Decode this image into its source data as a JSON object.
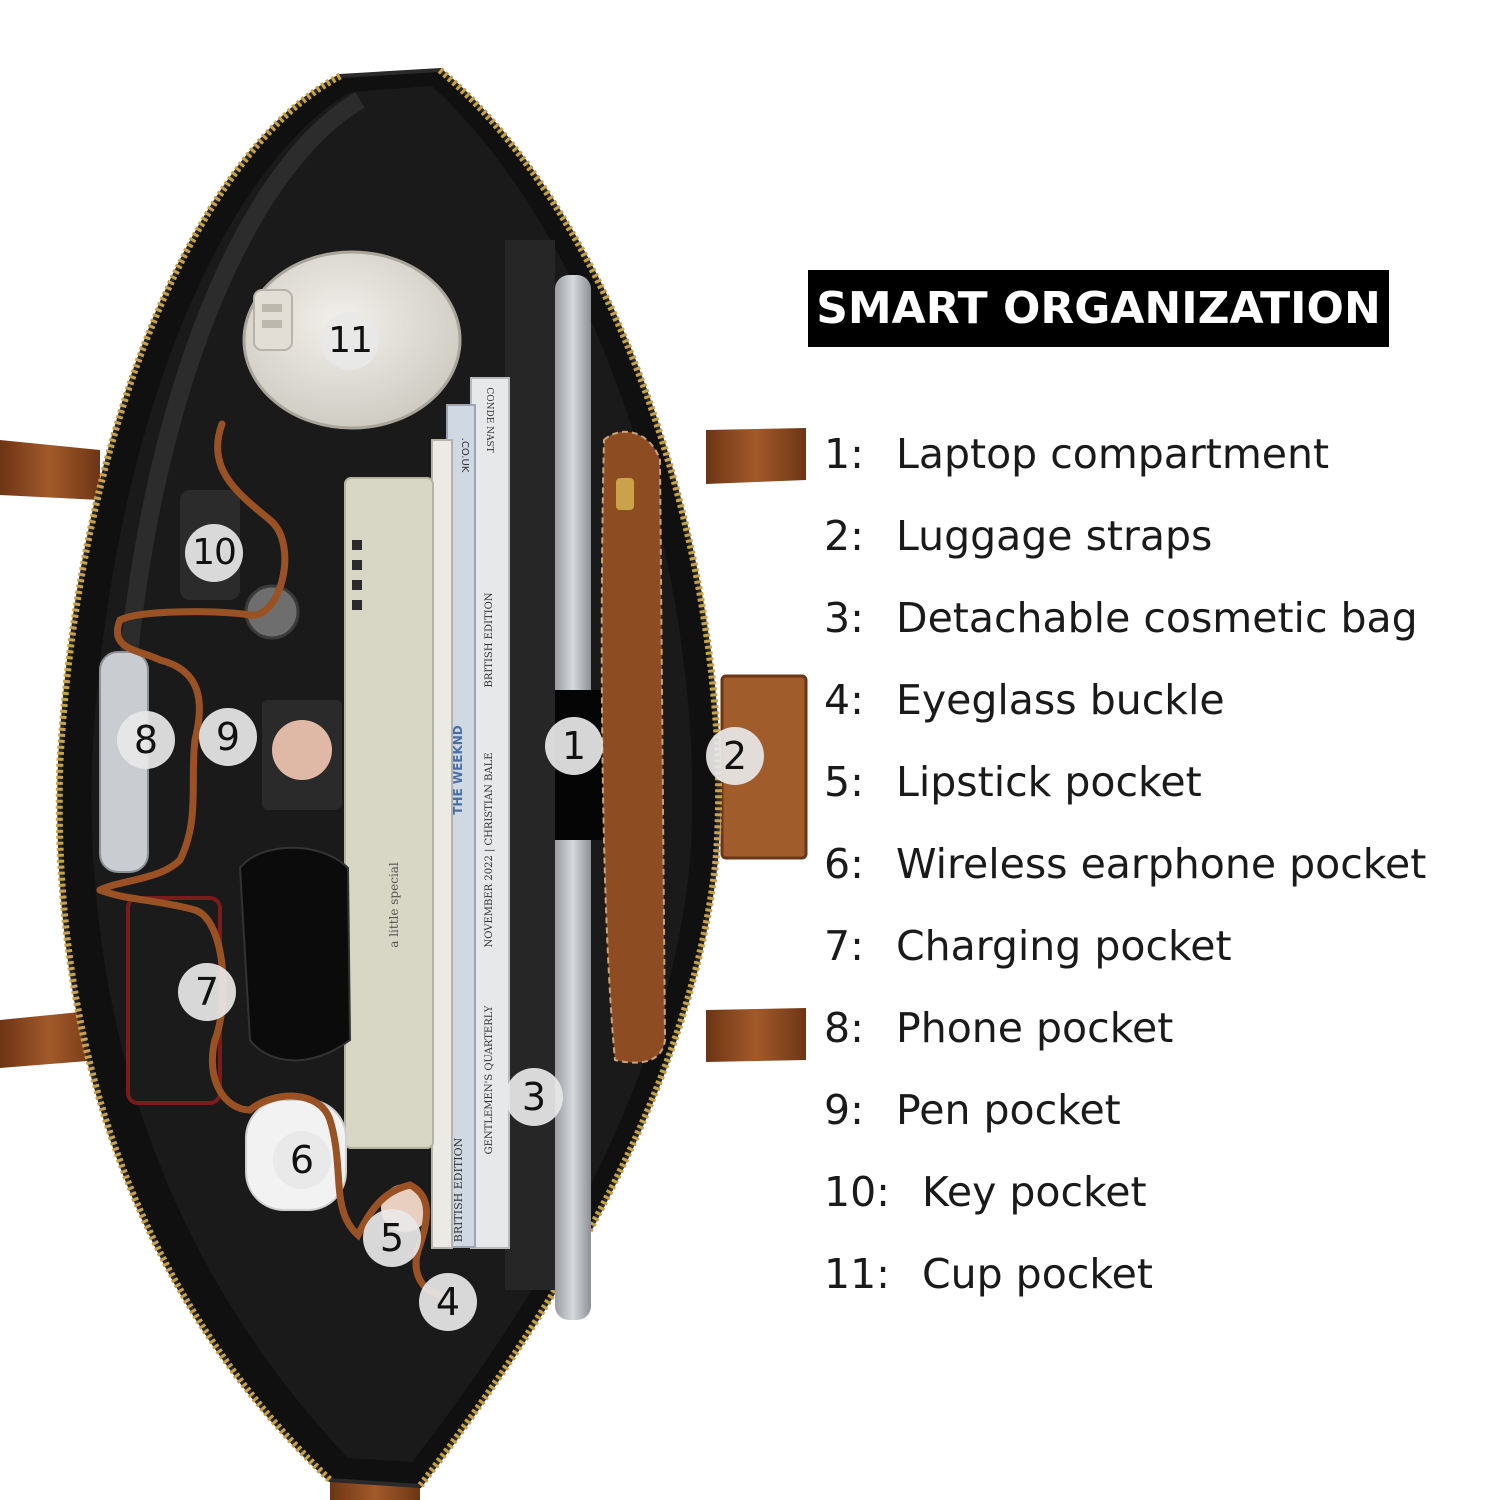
{
  "title": "SMART ORGANIZATION",
  "colors": {
    "background": "#ffffff",
    "title_bg": "#000000",
    "title_text": "#ffffff",
    "bag_black": "#141414",
    "leather_brown": "#8a4a22",
    "zipper_gold": "#c9a24a"
  },
  "legend": [
    {
      "number": "1:",
      "label": "Laptop compartment"
    },
    {
      "number": "2:",
      "label": "Luggage straps"
    },
    {
      "number": "3:",
      "label": "Detachable cosmetic bag"
    },
    {
      "number": "4:",
      "label": "Eyeglass buckle"
    },
    {
      "number": "5:",
      "label": "Lipstick pocket"
    },
    {
      "number": "6:",
      "label": "Wireless earphone pocket"
    },
    {
      "number": "7:",
      "label": "Charging pocket"
    },
    {
      "number": "8:",
      "label": "Phone pocket"
    },
    {
      "number": "9:",
      "label": "Pen pocket"
    },
    {
      "number": "10:",
      "label": "Key pocket"
    },
    {
      "number": "11:",
      "label": "Cup pocket"
    }
  ],
  "markers": [
    "1",
    "2",
    "3",
    "4",
    "5",
    "6",
    "7",
    "8",
    "9",
    "10",
    "11"
  ],
  "photo_labels": {
    "book_cover": "a little special",
    "magazine_1": "THE WEEKND",
    "magazine_1_edition": "BRITISH EDITION",
    "magazine_1_site": ".CO.UK",
    "magazine_2_publisher": "CONDE NAST",
    "magazine_2_edition": "BRITISH EDITION",
    "magazine_2_line": "NOVEMBER 2022 | CHRISTIAN BALE",
    "magazine_2_title": "GENTLEMEN'S QUARTERLY"
  }
}
